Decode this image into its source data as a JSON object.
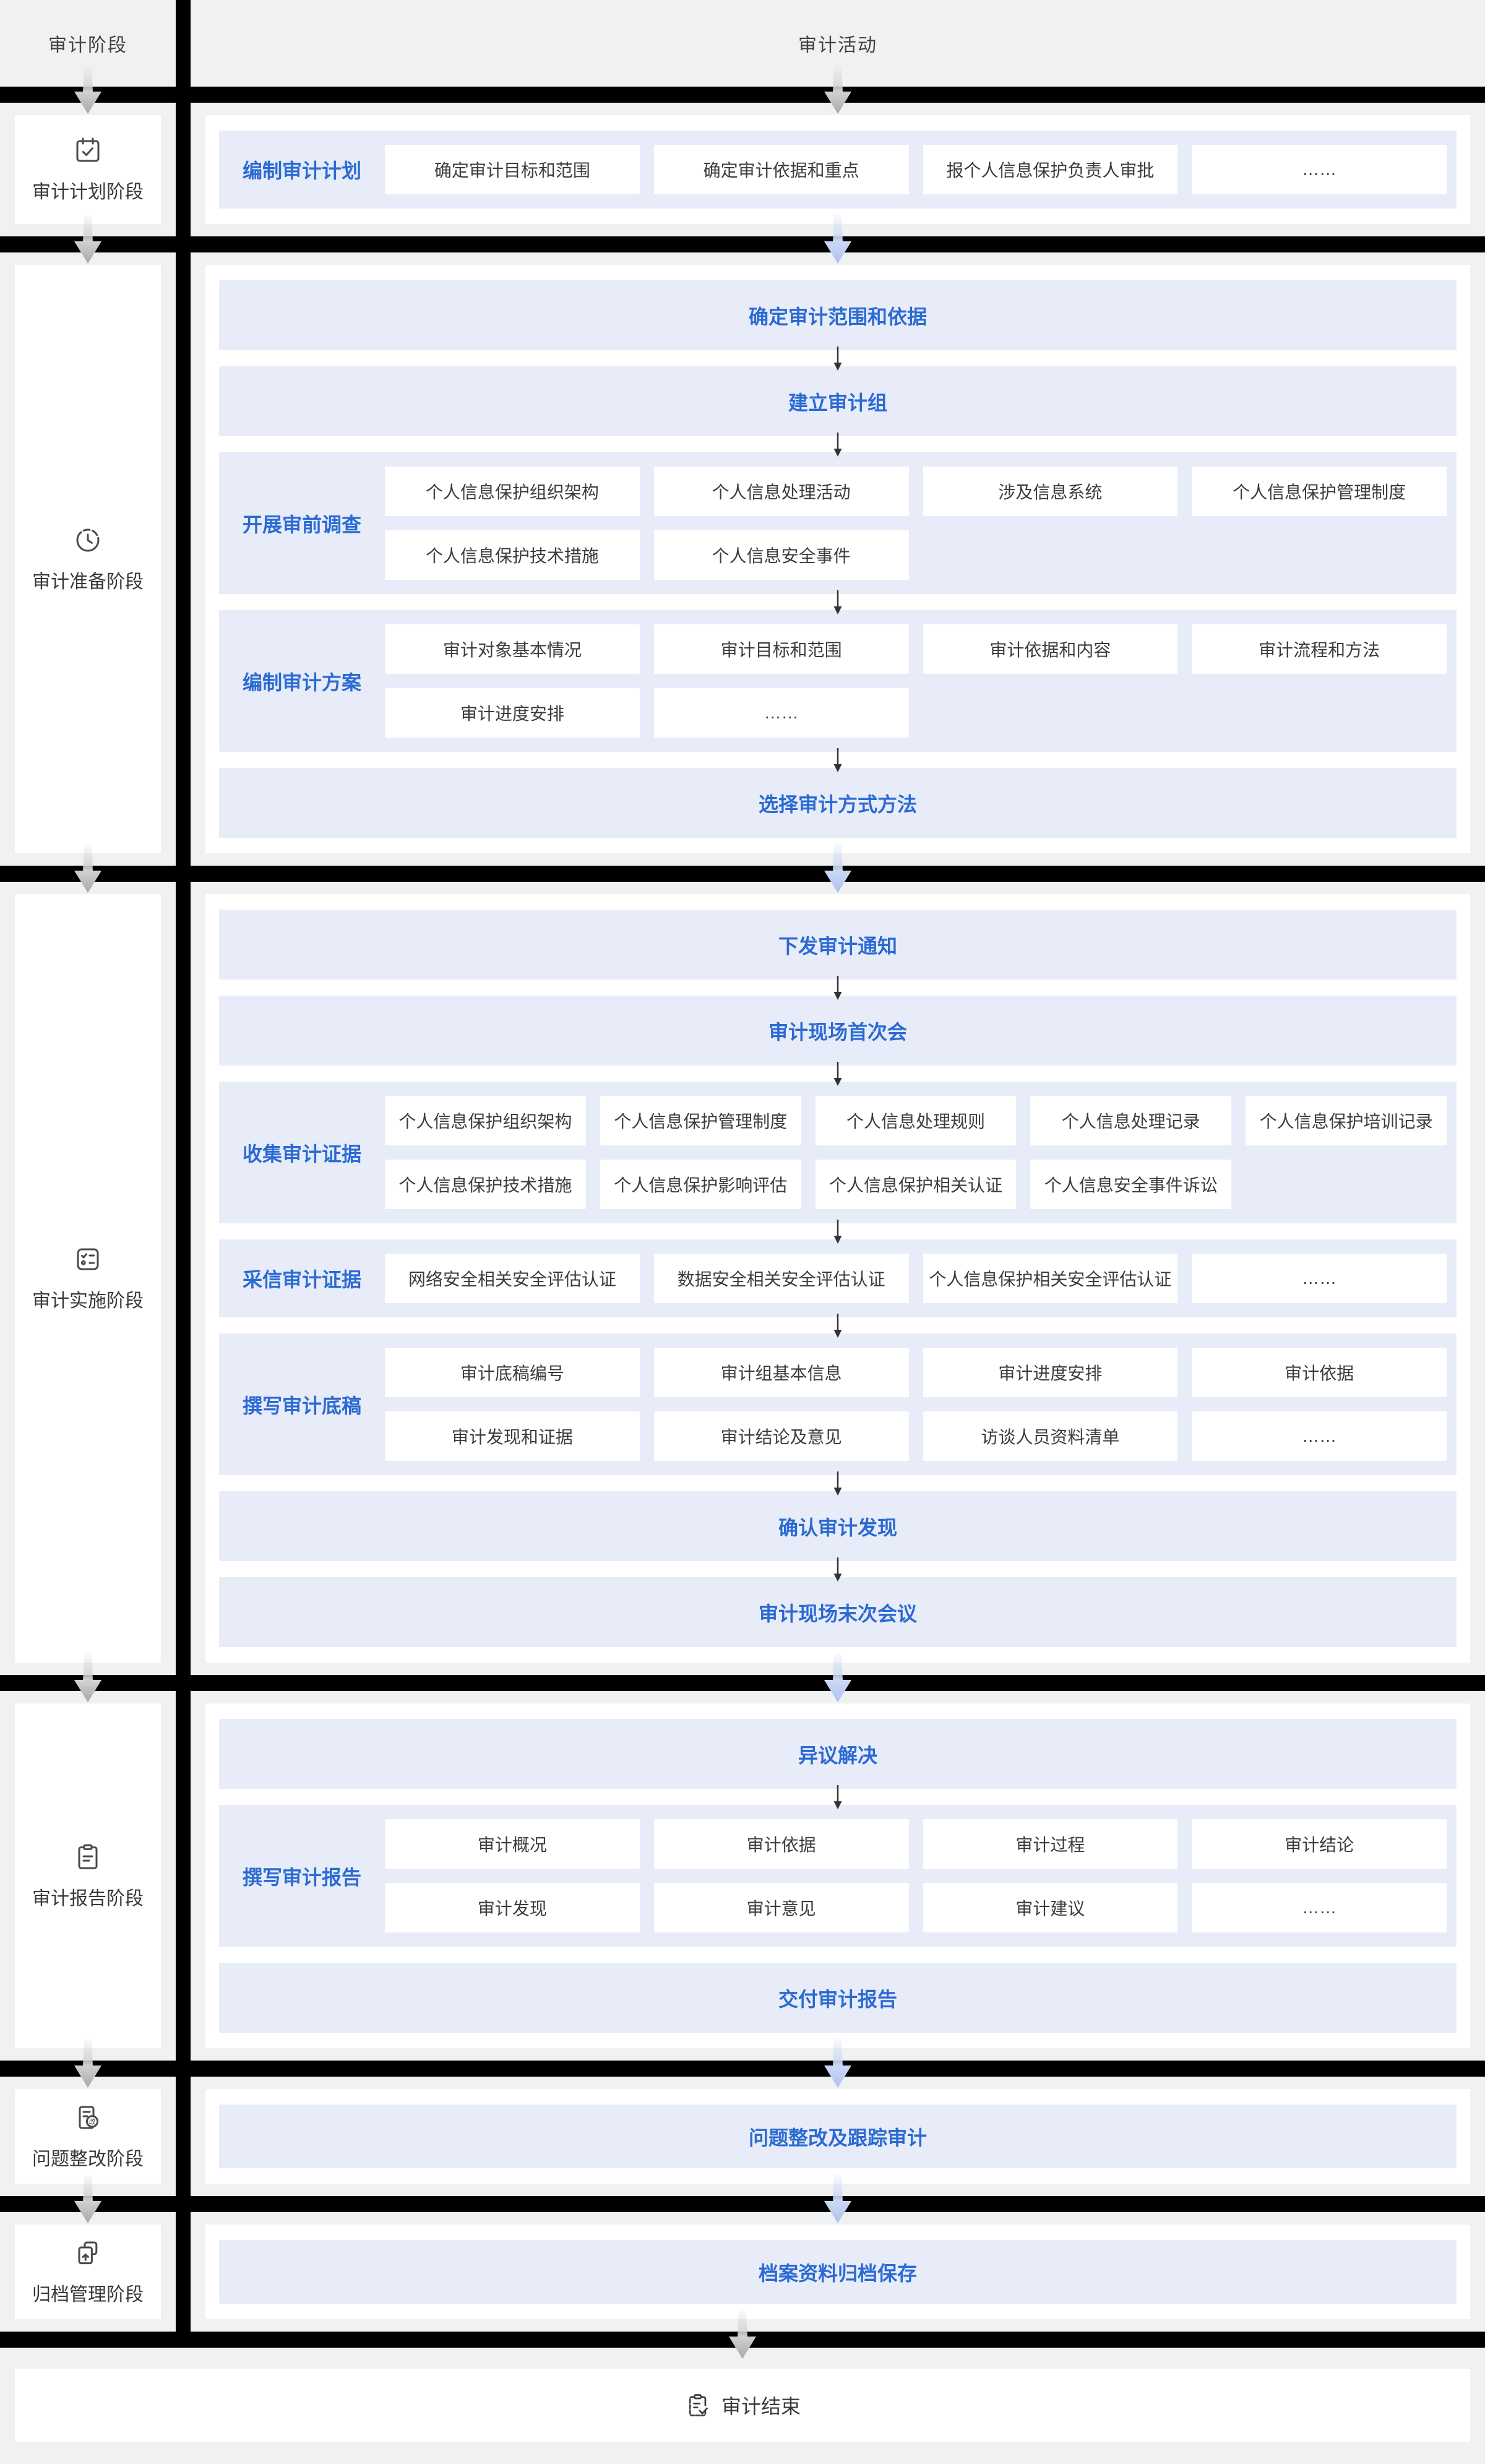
{
  "header": {
    "left": "审计阶段",
    "right": "审计活动"
  },
  "stages": [
    {
      "label": "审计计划阶段",
      "icon": "calendar-check-icon"
    },
    {
      "label": "审计准备阶段",
      "icon": "clock-icon"
    },
    {
      "label": "审计实施阶段",
      "icon": "checklist-icon"
    },
    {
      "label": "审计报告阶段",
      "icon": "clipboard-icon"
    },
    {
      "label": "问题整改阶段",
      "icon": "doc-rectify-icon"
    },
    {
      "label": "归档管理阶段",
      "icon": "archive-upload-icon"
    }
  ],
  "sec1": {
    "band": {
      "label": "编制审计计划",
      "boxes": [
        "确定审计目标和范围",
        "确定审计依据和重点",
        "报个人信息保护负责人审批",
        "……"
      ]
    }
  },
  "sec2": {
    "t1": "确定审计范围和依据",
    "t2": "建立审计组",
    "survey": {
      "label": "开展审前调查",
      "row1": [
        "个人信息保护组织架构",
        "个人信息处理活动",
        "涉及信息系统",
        "个人信息保护管理制度"
      ],
      "row2": [
        "个人信息保护技术措施",
        "个人信息安全事件"
      ]
    },
    "plan": {
      "label": "编制审计方案",
      "row1": [
        "审计对象基本情况",
        "审计目标和范围",
        "审计依据和内容",
        "审计流程和方法"
      ],
      "row2": [
        "审计进度安排",
        "……"
      ]
    },
    "t3": "选择审计方式方法"
  },
  "sec3": {
    "t1": "下发审计通知",
    "t2": "审计现场首次会",
    "collect": {
      "label": "收集审计证据",
      "row1": [
        "个人信息保护组织架构",
        "个人信息保护管理制度",
        "个人信息处理规则",
        "个人信息处理记录",
        "个人信息保护培训记录"
      ],
      "row2": [
        "个人信息保护技术措施",
        "个人信息保护影响评估",
        "个人信息保护相关认证",
        "个人信息安全事件诉讼"
      ]
    },
    "adopt": {
      "label": "采信审计证据",
      "row1": [
        "网络安全相关安全评估认证",
        "数据安全相关安全评估认证",
        "个人信息保护相关安全评估认证",
        "……"
      ]
    },
    "draft": {
      "label": "撰写审计底稿",
      "row1": [
        "审计底稿编号",
        "审计组基本信息",
        "审计进度安排",
        "审计依据"
      ],
      "row2": [
        "审计发现和证据",
        "审计结论及意见",
        "访谈人员资料清单",
        "……"
      ]
    },
    "t3": "确认审计发现",
    "t4": "审计现场末次会议"
  },
  "sec4": {
    "t1": "异议解决",
    "report": {
      "label": "撰写审计报告",
      "row1": [
        "审计概况",
        "审计依据",
        "审计过程",
        "审计结论"
      ],
      "row2": [
        "审计发现",
        "审计意见",
        "审计建议",
        "……"
      ]
    },
    "t2": "交付审计报告"
  },
  "sec5": {
    "t1": "问题整改及跟踪审计"
  },
  "sec6": {
    "t1": "档案资料归档保存"
  },
  "footer": {
    "label": "审计结束",
    "icon": "clipboard-check-icon"
  },
  "colors": {
    "accent_blue_text": "#2b6ad3",
    "band_background": "#e7ecf8",
    "page_background": "#f0f1f2",
    "divider_black": "#000000",
    "arrow_blue": "#aec3ee",
    "arrow_gray": "#a8a8a8"
  }
}
